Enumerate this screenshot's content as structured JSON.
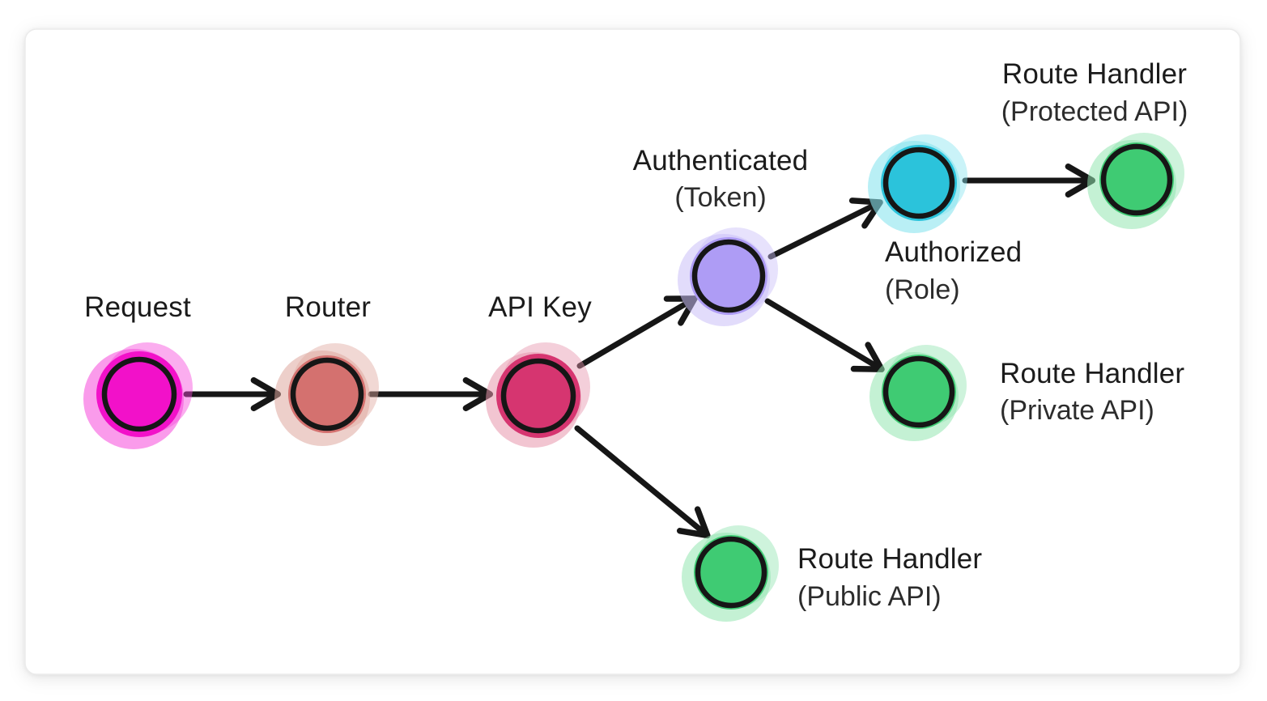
{
  "page": {
    "background": "#ffffff",
    "card": {
      "background": "#ffffff",
      "border": "#ebebeb"
    }
  },
  "diagram": {
    "ink": "#161616",
    "text_color": "#1b1b1b",
    "nodes": [
      {
        "id": "request",
        "label": "Request",
        "sublabel": "",
        "color": "#f211c9",
        "halo": "#f649db"
      },
      {
        "id": "router",
        "label": "Router",
        "sublabel": "",
        "color": "#d4716f",
        "halo": "#dfa89f"
      },
      {
        "id": "api-key",
        "label": "API Key",
        "sublabel": "",
        "color": "#d63570",
        "halo": "#e795ac"
      },
      {
        "id": "authenticated",
        "label": "Authenticated",
        "sublabel": "(Token)",
        "color": "#ae9cf5",
        "halo": "#cabff8"
      },
      {
        "id": "authorized",
        "label": "Authorized",
        "sublabel": "(Role)",
        "color": "#2bc3db",
        "halo": "#8ae4ef"
      },
      {
        "id": "route-handler-protected",
        "label": "Route Handler",
        "sublabel": "(Protected API)",
        "color": "#3fcb73",
        "halo": "#93e5b1"
      },
      {
        "id": "route-handler-private",
        "label": "Route Handler",
        "sublabel": "(Private API)",
        "color": "#3fcb73",
        "halo": "#93e5b1"
      },
      {
        "id": "route-handler-public",
        "label": "Route Handler",
        "sublabel": "(Public API)",
        "color": "#3fcb73",
        "halo": "#93e5b1"
      }
    ],
    "edges": [
      {
        "from": "request",
        "to": "router"
      },
      {
        "from": "router",
        "to": "api-key"
      },
      {
        "from": "api-key",
        "to": "authenticated"
      },
      {
        "from": "api-key",
        "to": "route-handler-public"
      },
      {
        "from": "authenticated",
        "to": "authorized"
      },
      {
        "from": "authenticated",
        "to": "route-handler-private"
      },
      {
        "from": "authorized",
        "to": "route-handler-protected"
      }
    ]
  }
}
